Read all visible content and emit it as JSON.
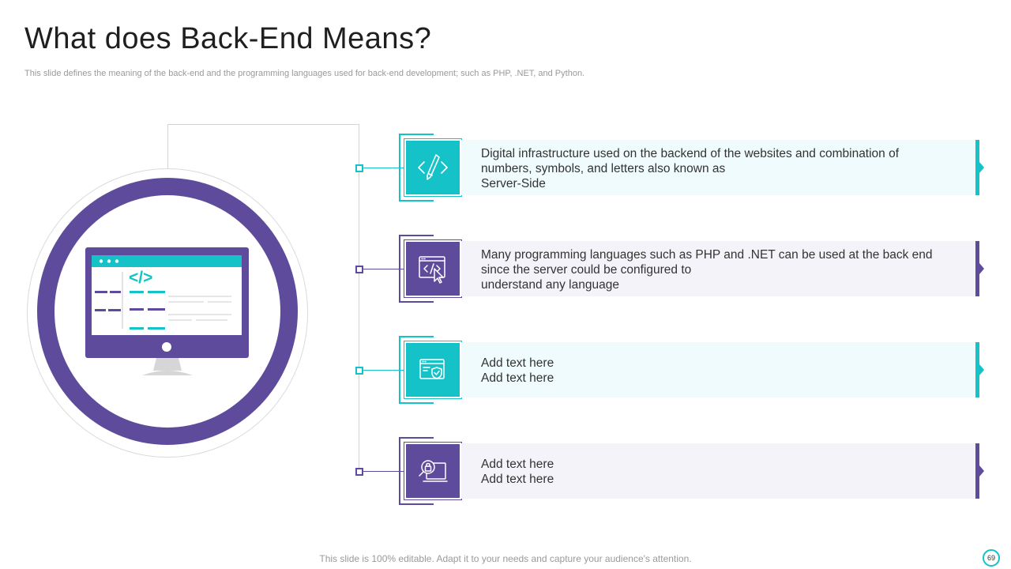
{
  "slide": {
    "title": "What does Back-End Means?",
    "subtitle": "This slide defines the meaning of the back-end and the programming languages used for back-end development; such as PHP, .NET, and Python.",
    "footer": "This slide is 100% editable. Adapt it to your needs and capture your audience's attention.",
    "page_number": "69"
  },
  "colors": {
    "teal": "#14c2c7",
    "purple": "#5f4b9c"
  },
  "illustration": {
    "icon": "monitor-code-icon",
    "code_glyph": "</>"
  },
  "items": [
    {
      "icon": "pencil-code-icon",
      "color": "teal",
      "lines": [
        "Digital infrastructure  used on the backend of the websites and combination of",
        "numbers, symbols, and letters also known as",
        "Server-Side"
      ]
    },
    {
      "icon": "code-window-cursor-icon",
      "color": "purple",
      "lines": [
        "Many programming languages such as PHP and .NET can be used at the back end",
        "since the server could be configured to",
        "understand any language"
      ]
    },
    {
      "icon": "secure-browser-icon",
      "color": "teal",
      "lines": [
        "Add text here",
        "Add text here"
      ]
    },
    {
      "icon": "security-search-icon",
      "color": "purple",
      "lines": [
        "Add text here",
        "Add text here"
      ]
    }
  ]
}
